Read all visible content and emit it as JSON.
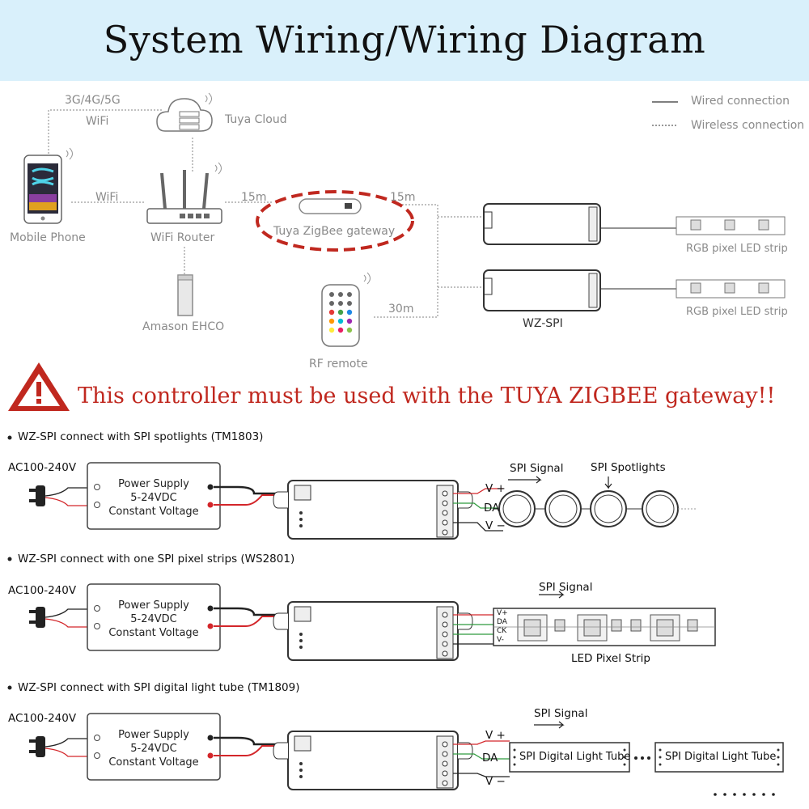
{
  "title": "System Wiring/Wiring Diagram",
  "legend": {
    "wired": "Wired connection",
    "wireless": "Wireless connection"
  },
  "top": {
    "network_label": "3G/4G/5G",
    "wifi_label_1": "WiFi",
    "cloud_label": "Tuya Cloud",
    "wifi_label_2": "WiFi",
    "phone_label": "Mobile Phone",
    "router_label": "WiFi Router",
    "gateway_label": "Tuya ZigBee gateway",
    "dist_1": "15m",
    "dist_2": "15m",
    "dist_3": "30m",
    "echo_label": "Amason EHCO",
    "remote_label": "RF remote",
    "controller_label": "WZ-SPI",
    "strip_label_1": "RGB pixel LED strip",
    "strip_label_2": "RGB pixel LED strip"
  },
  "warning": "This controller must be used with the TUYA ZIGBEE gateway!!",
  "sections": [
    {
      "heading": "WZ-SPI connect with SPI spotlights (TM1803)",
      "ac": "AC100-240V",
      "ps_line1": "Power Supply",
      "ps_line2": "5-24VDC",
      "ps_line3": "Constant Voltage",
      "signal": "SPI Signal",
      "load_label": "SPI Spotlights",
      "pins": [
        "V +",
        "DA",
        "V −"
      ]
    },
    {
      "heading": "WZ-SPI connect with one SPI pixel strips (WS2801)",
      "ac": "AC100-240V",
      "ps_line1": "Power Supply",
      "ps_line2": "5-24VDC",
      "ps_line3": "Constant Voltage",
      "signal": "SPI Signal",
      "load_label": "LED Pixel Strip",
      "pins": [
        "V+",
        "DA",
        "CK",
        "V-"
      ]
    },
    {
      "heading": "WZ-SPI connect with SPI digital light tube (TM1809)",
      "ac": "AC100-240V",
      "ps_line1": "Power Supply",
      "ps_line2": "5-24VDC",
      "ps_line3": "Constant Voltage",
      "signal": "SPI Signal",
      "tube_1": "SPI Digital Light Tube",
      "tube_2": "SPI Digital Light Tube",
      "pins": [
        "V +",
        "DA",
        "V −"
      ]
    }
  ],
  "colors": {
    "warning": "#c0281f",
    "banner": "#d9f0fb",
    "wire_red": "#d3262a",
    "wire_green": "#2f9a3d",
    "gateway_ring": "#c0281f"
  }
}
